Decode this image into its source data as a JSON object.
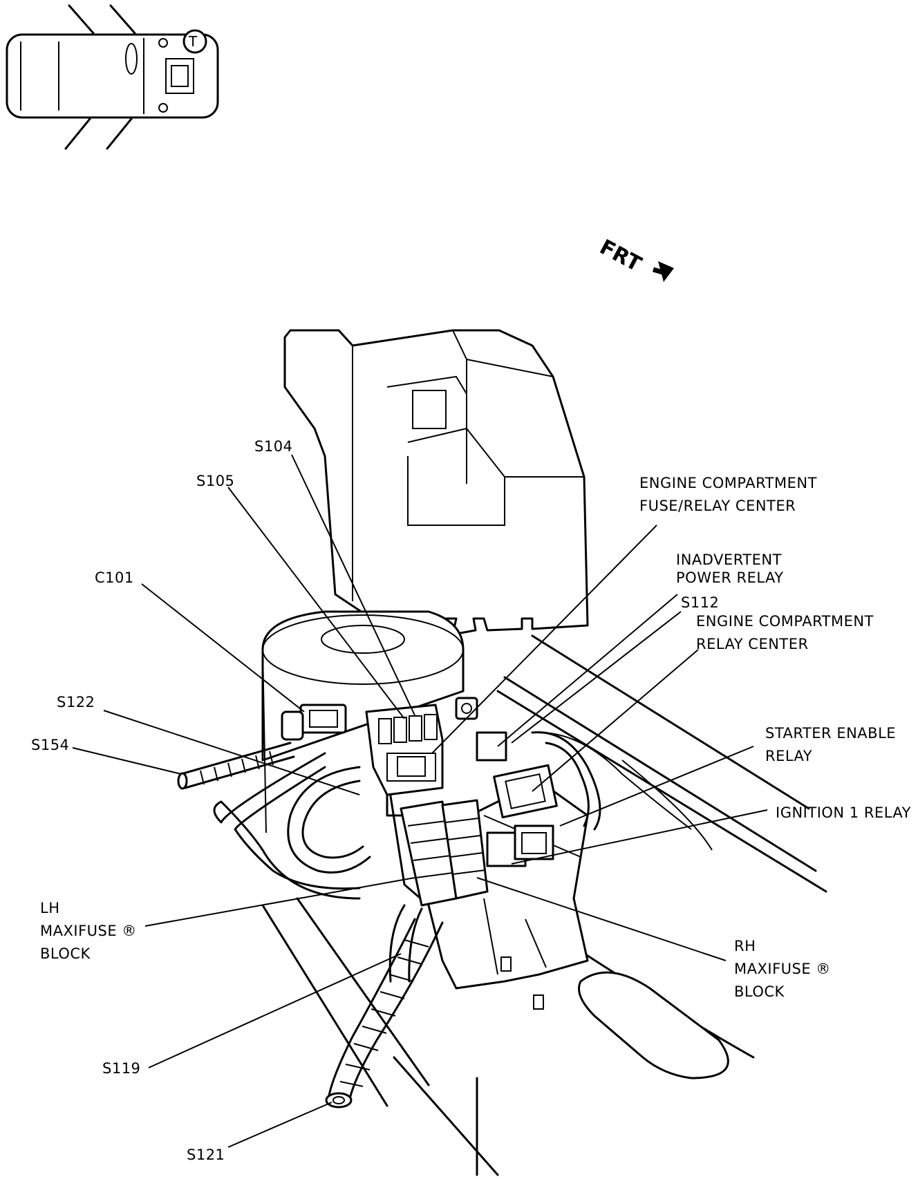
{
  "direction_label": "FRT",
  "locator_label": "T",
  "callouts": {
    "s104": "S104",
    "s105": "S105",
    "c101": "C101",
    "s122": "S122",
    "s154": "S154",
    "engine_fuse_relay_center": [
      "ENGINE COMPARTMENT",
      "FUSE/RELAY CENTER"
    ],
    "inadvertent_power_relay": [
      "INADVERTENT",
      "POWER RELAY"
    ],
    "s112": "S112",
    "engine_relay_center": [
      "ENGINE COMPARTMENT",
      "RELAY CENTER"
    ],
    "starter_enable_relay": [
      "STARTER ENABLE",
      "RELAY"
    ],
    "ignition_1_relay": "IGNITION 1 RELAY",
    "lh_maxifuse_block": [
      "LH",
      "MAXIFUSE ®",
      "BLOCK"
    ],
    "rh_maxifuse_block": [
      "RH",
      "MAXIFUSE ®",
      "BLOCK"
    ],
    "s119": "S119",
    "s121": "S121"
  }
}
